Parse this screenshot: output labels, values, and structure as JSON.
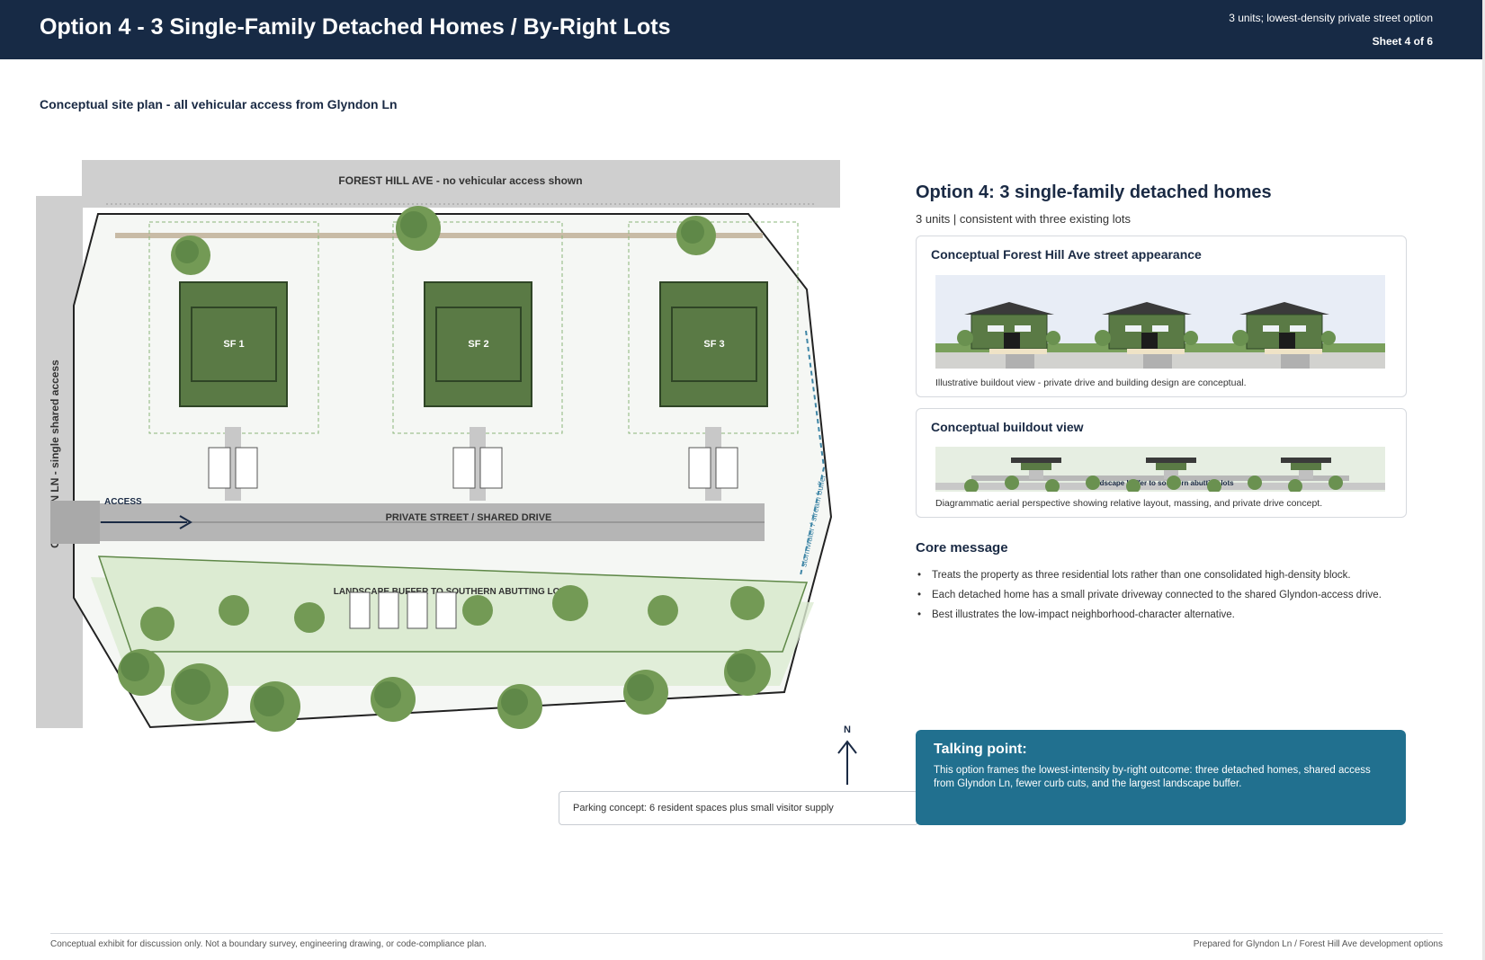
{
  "header": {
    "title": "Option 4 - 3 Single-Family Detached Homes / By-Right Lots",
    "subtitle": "3 units; lowest-density private street option",
    "sheet": "Sheet 4 of 6"
  },
  "plan": {
    "caption": "Conceptual site plan - all vehicular access from Glyndon Ln",
    "forest_hill_label": "FOREST HILL AVE - no vehicular access shown",
    "glyndon_label": "GLYNDON LN - single shared access",
    "access_label": "ACCESS",
    "private_street_label": "PRIVATE STREET / SHARED DRIVE",
    "buffer_label": "LANDSCAPE BUFFER TO SOUTHERN ABUTTING LOTS",
    "stormwater_label": "stormwater / stream buffer",
    "homes": [
      "SF 1",
      "SF 2",
      "SF 3"
    ],
    "north_label": "N",
    "parking_note": "Parking concept: 6 resident spaces plus small visitor supply"
  },
  "panel": {
    "title": "Option 4: 3 single-family detached homes",
    "subtitle": "3 units | consistent with three existing lots",
    "street_card": {
      "title": "Conceptual Forest Hill Ave street appearance",
      "caption": "Illustrative buildout view - private drive and building design are conceptual."
    },
    "buildout_card": {
      "title": "Conceptual buildout view",
      "inner_label": "Landscape buffer to southern abutting lots",
      "caption": "Diagrammatic aerial perspective showing relative layout, massing, and private drive concept."
    },
    "core_heading": "Core message",
    "core_bullets": [
      "Treats the property as three residential lots rather than one consolidated high-density block.",
      "Each detached home has a small private driveway connected to the shared Glyndon-access drive.",
      "Best illustrates the low-impact neighborhood-character alternative."
    ],
    "talking_point": {
      "heading": "Talking point:",
      "body": "This option frames the lowest-intensity by-right outcome: three detached homes, shared access from Glyndon Ln, fewer curb cuts, and the largest landscape buffer."
    }
  },
  "footer": {
    "left": "Conceptual exhibit for discussion only. Not a boundary survey, engineering drawing, or code-compliance plan.",
    "right": "Prepared for Glyndon Ln / Forest Hill Ave development options"
  },
  "colors": {
    "header_bg": "#172a45",
    "home_green": "#5a7a45",
    "tree_green": "#739a55",
    "buffer_green": "#dcebd2",
    "talk_bg": "#21708f"
  }
}
